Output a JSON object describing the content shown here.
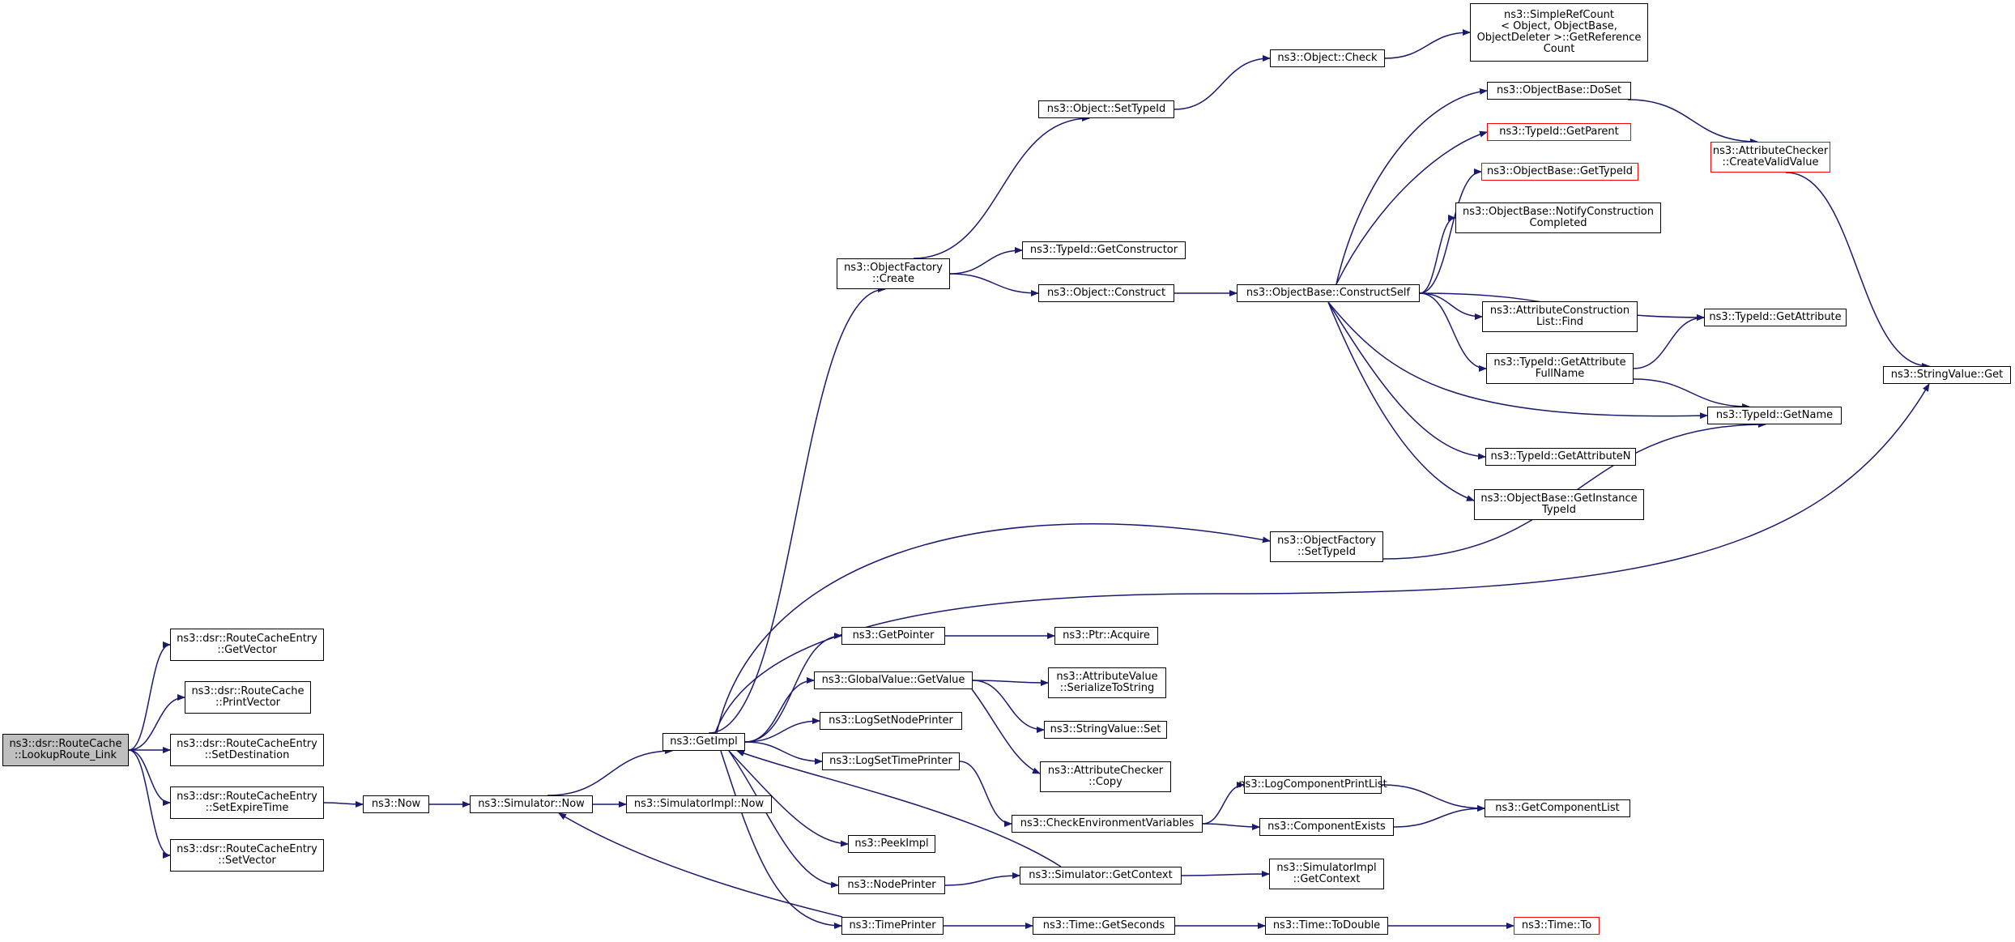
{
  "diagram": {
    "type": "call-graph",
    "colors": {
      "edge": "#191970",
      "node_border": "#000000",
      "incomplete_node_border": "#ff0000",
      "root_fill": "#bfbfbf"
    },
    "nodes": [
      {
        "id": "root",
        "label": "ns3::dsr::RouteCache\n::LookupRoute_Link",
        "root": true
      },
      {
        "id": "getvector",
        "label": "ns3::dsr::RouteCacheEntry\n::GetVector"
      },
      {
        "id": "printvector",
        "label": "ns3::dsr::RouteCache\n::PrintVector"
      },
      {
        "id": "setdestination",
        "label": "ns3::dsr::RouteCacheEntry\n::SetDestination"
      },
      {
        "id": "setexpiretime",
        "label": "ns3::dsr::RouteCacheEntry\n::SetExpireTime"
      },
      {
        "id": "setvector",
        "label": "ns3::dsr::RouteCacheEntry\n::SetVector"
      },
      {
        "id": "now",
        "label": "ns3::Now"
      },
      {
        "id": "simnow",
        "label": "ns3::Simulator::Now"
      },
      {
        "id": "simimplnow",
        "label": "ns3::SimulatorImpl::Now"
      },
      {
        "id": "getimpl",
        "label": "ns3::GetImpl"
      },
      {
        "id": "ofcreate",
        "label": "ns3::ObjectFactory\n::Create"
      },
      {
        "id": "objsettypeid",
        "label": "ns3::Object::SetTypeId"
      },
      {
        "id": "objcheck",
        "label": "ns3::Object::Check"
      },
      {
        "id": "simplerefcount",
        "label": "ns3::SimpleRefCount\n< Object, ObjectBase,\nObjectDeleter >::GetReference\nCount"
      },
      {
        "id": "getconstructor",
        "label": "ns3::TypeId::GetConstructor"
      },
      {
        "id": "objconstruct",
        "label": "ns3::Object::Construct"
      },
      {
        "id": "constructself",
        "label": "ns3::ObjectBase::ConstructSelf"
      },
      {
        "id": "doset",
        "label": "ns3::ObjectBase::DoSet"
      },
      {
        "id": "getparent",
        "label": "ns3::TypeId::GetParent",
        "incomplete": true
      },
      {
        "id": "obgettypeid",
        "label": "ns3::ObjectBase::GetTypeId",
        "incomplete": true
      },
      {
        "id": "notifyconstruction",
        "label": "ns3::ObjectBase::NotifyConstruction\nCompleted"
      },
      {
        "id": "attrconstructionfind",
        "label": "ns3::AttributeConstruction\nList::Find"
      },
      {
        "id": "getattributefullname",
        "label": "ns3::TypeId::GetAttribute\nFullName"
      },
      {
        "id": "getattribute",
        "label": "ns3::TypeId::GetAttribute"
      },
      {
        "id": "getname",
        "label": "ns3::TypeId::GetName"
      },
      {
        "id": "getattributen",
        "label": "ns3::TypeId::GetAttributeN"
      },
      {
        "id": "getinstancetypeid",
        "label": "ns3::ObjectBase::GetInstance\nTypeId"
      },
      {
        "id": "createvalidvalue",
        "label": "ns3::AttributeChecker\n::CreateValidValue",
        "incomplete": true
      },
      {
        "id": "stringvalueget",
        "label": "ns3::StringValue::Get"
      },
      {
        "id": "ofsettypeid",
        "label": "ns3::ObjectFactory\n::SetTypeId"
      },
      {
        "id": "getpointer",
        "label": "ns3::GetPointer"
      },
      {
        "id": "ptracquire",
        "label": "ns3::Ptr::Acquire"
      },
      {
        "id": "gvgetvalue",
        "label": "ns3::GlobalValue::GetValue"
      },
      {
        "id": "serializetostring",
        "label": "ns3::AttributeValue\n::SerializeToString"
      },
      {
        "id": "stringvalueset",
        "label": "ns3::StringValue::Set"
      },
      {
        "id": "checkercopy",
        "label": "ns3::AttributeChecker\n::Copy"
      },
      {
        "id": "logsetnodeprinter",
        "label": "ns3::LogSetNodePrinter"
      },
      {
        "id": "logsettimeprinter",
        "label": "ns3::LogSetTimePrinter"
      },
      {
        "id": "checkenv",
        "label": "ns3::CheckEnvironmentVariables"
      },
      {
        "id": "logcomponentprintlist",
        "label": "ns3::LogComponentPrintList"
      },
      {
        "id": "componentexists",
        "label": "ns3::ComponentExists"
      },
      {
        "id": "getcomponentlist",
        "label": "ns3::GetComponentList"
      },
      {
        "id": "peekimpl",
        "label": "ns3::PeekImpl"
      },
      {
        "id": "nodeprinter",
        "label": "ns3::NodePrinter"
      },
      {
        "id": "simgetcontext",
        "label": "ns3::Simulator::GetContext"
      },
      {
        "id": "simimplgetcontext",
        "label": "ns3::SimulatorImpl\n::GetContext"
      },
      {
        "id": "timeprinter",
        "label": "ns3::TimePrinter"
      },
      {
        "id": "timegetseconds",
        "label": "ns3::Time::GetSeconds"
      },
      {
        "id": "timetodouble",
        "label": "ns3::Time::ToDouble"
      },
      {
        "id": "timeto",
        "label": "ns3::Time::To",
        "incomplete": true
      }
    ],
    "edges": [
      [
        "root",
        "getvector"
      ],
      [
        "root",
        "printvector"
      ],
      [
        "root",
        "setdestination"
      ],
      [
        "root",
        "setexpiretime"
      ],
      [
        "root",
        "setvector"
      ],
      [
        "setexpiretime",
        "now"
      ],
      [
        "now",
        "simnow"
      ],
      [
        "simnow",
        "getimpl"
      ],
      [
        "simnow",
        "simimplnow"
      ],
      [
        "getimpl",
        "ofcreate"
      ],
      [
        "getimpl",
        "ofsettypeid"
      ],
      [
        "getimpl",
        "stringvalueget"
      ],
      [
        "getimpl",
        "getpointer"
      ],
      [
        "getimpl",
        "gvgetvalue"
      ],
      [
        "getimpl",
        "logsetnodeprinter"
      ],
      [
        "getimpl",
        "logsettimeprinter"
      ],
      [
        "getimpl",
        "peekimpl"
      ],
      [
        "getimpl",
        "nodeprinter"
      ],
      [
        "getimpl",
        "timeprinter"
      ],
      [
        "getimpl",
        "simnow"
      ],
      [
        "ofcreate",
        "objsettypeid"
      ],
      [
        "ofcreate",
        "getconstructor"
      ],
      [
        "ofcreate",
        "objconstruct"
      ],
      [
        "objsettypeid",
        "objcheck"
      ],
      [
        "objcheck",
        "simplerefcount"
      ],
      [
        "objconstruct",
        "constructself"
      ],
      [
        "constructself",
        "doset"
      ],
      [
        "constructself",
        "getparent"
      ],
      [
        "constructself",
        "obgettypeid"
      ],
      [
        "constructself",
        "notifyconstruction"
      ],
      [
        "constructself",
        "attrconstructionfind"
      ],
      [
        "constructself",
        "getattribute"
      ],
      [
        "constructself",
        "getattributefullname"
      ],
      [
        "constructself",
        "getname"
      ],
      [
        "constructself",
        "getattributen"
      ],
      [
        "constructself",
        "getinstancetypeid"
      ],
      [
        "doset",
        "createvalidvalue"
      ],
      [
        "createvalidvalue",
        "stringvalueget"
      ],
      [
        "getattributefullname",
        "getattribute"
      ],
      [
        "getattributefullname",
        "getname"
      ],
      [
        "ofsettypeid",
        "getname"
      ],
      [
        "getpointer",
        "ptracquire"
      ],
      [
        "gvgetvalue",
        "serializetostring"
      ],
      [
        "gvgetvalue",
        "stringvalueset"
      ],
      [
        "gvgetvalue",
        "checkercopy"
      ],
      [
        "logsettimeprinter",
        "checkenv"
      ],
      [
        "checkenv",
        "logcomponentprintlist"
      ],
      [
        "checkenv",
        "componentexists"
      ],
      [
        "logcomponentprintlist",
        "getcomponentlist"
      ],
      [
        "componentexists",
        "getcomponentlist"
      ],
      [
        "nodeprinter",
        "simgetcontext"
      ],
      [
        "simgetcontext",
        "getimpl"
      ],
      [
        "simgetcontext",
        "simimplgetcontext"
      ],
      [
        "timeprinter",
        "timegetseconds"
      ],
      [
        "timegetseconds",
        "timetodouble"
      ],
      [
        "timetodouble",
        "timeto"
      ]
    ]
  }
}
